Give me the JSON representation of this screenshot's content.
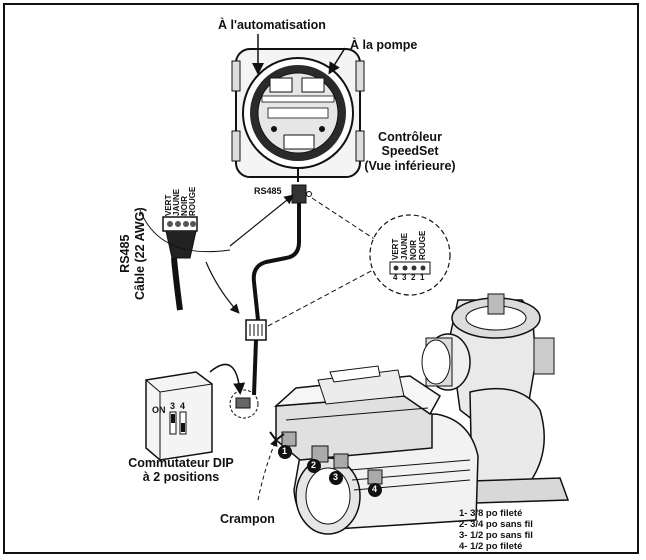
{
  "labels": {
    "to_automation": "À l'automatisation",
    "to_pump": "À la pompe",
    "controller_line1": "Contrôleur",
    "controller_line2": "SpeedSet",
    "controller_line3": "(Vue inférieure)",
    "rs485_small": "RS485",
    "rs485_cable_line1": "RS485",
    "rs485_cable_line2": "Câble (22 AWG)",
    "dip_line1": "Commutateur DIP",
    "dip_line2": "à 2 positions",
    "crampon": "Crampon",
    "dip_on": "ON",
    "dip_3": "3",
    "dip_4": "4"
  },
  "wire_colors": {
    "cable": [
      "VERT",
      "JAUNE",
      "NOIR",
      "ROUGE"
    ],
    "terminal": [
      "VERT",
      "JAUNE",
      "NOIR",
      "ROUGE"
    ],
    "terminal_numbers": [
      "4",
      "3",
      "2",
      "1"
    ]
  },
  "callout_numbers": [
    "1",
    "2",
    "3",
    "4"
  ],
  "legend": [
    "1- 3/8 po fileté",
    "2- 3/4 po sans fil",
    "3- 1/2 po sans fil",
    "4- 1/2 po fileté"
  ]
}
